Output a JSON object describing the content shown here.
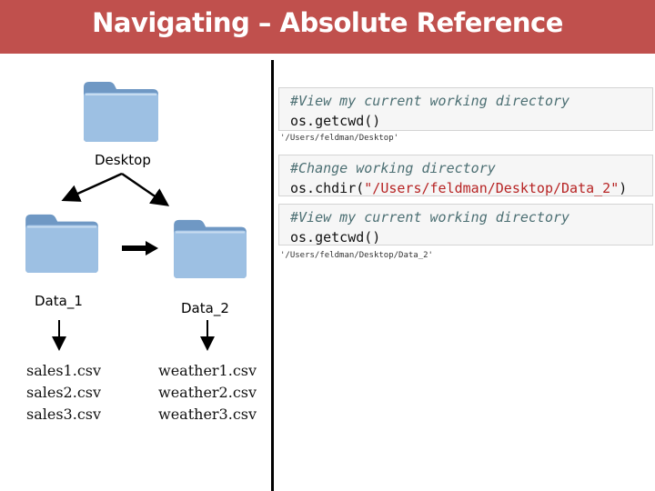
{
  "slide": {
    "title": "Navigating – Absolute Reference"
  },
  "tree": {
    "root_label": "Desktop",
    "left_label": "Data_1",
    "right_label": "Data_2",
    "left_files": [
      "sales1.csv",
      "sales2.csv",
      "sales3.csv"
    ],
    "right_files": [
      "weather1.csv",
      "weather2.csv",
      "weather3.csv"
    ]
  },
  "notebook": {
    "cell1": {
      "comment": "#View my current working directory",
      "code": "os.getcwd()",
      "output": "'/Users/feldman/Desktop'"
    },
    "cell2": {
      "comment": "#Change working directory",
      "code_fn": "os.chdir(",
      "code_arg": "\"/Users/feldman/Desktop/Data_2\"",
      "code_end": ")"
    },
    "cell3": {
      "comment": "#View my current working directory",
      "code": "os.getcwd()",
      "output": "'/Users/feldman/Desktop/Data_2'"
    }
  },
  "colors": {
    "title_bar": "#c0504d",
    "folder": "#8fb4d9",
    "comment": "#4c6f73",
    "string": "#b72424"
  }
}
